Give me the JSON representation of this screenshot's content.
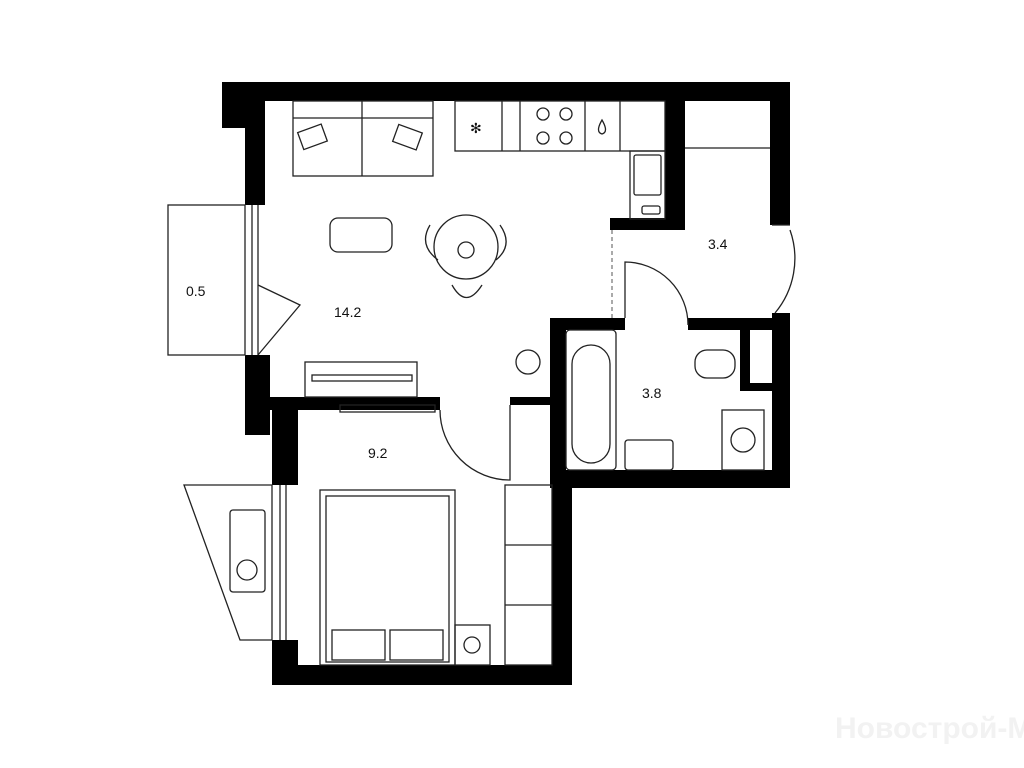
{
  "plan": {
    "rooms": [
      {
        "name": "balcony",
        "area": "0.5"
      },
      {
        "name": "living-kitchen",
        "area": "14.2"
      },
      {
        "name": "bedroom",
        "area": "9.2"
      },
      {
        "name": "hallway",
        "area": "3.4"
      },
      {
        "name": "bathroom",
        "area": "3.8"
      }
    ],
    "watermark": "Новострой-М",
    "colors": {
      "wall": "#000000",
      "line": "#222222",
      "background": "#ffffff"
    }
  }
}
